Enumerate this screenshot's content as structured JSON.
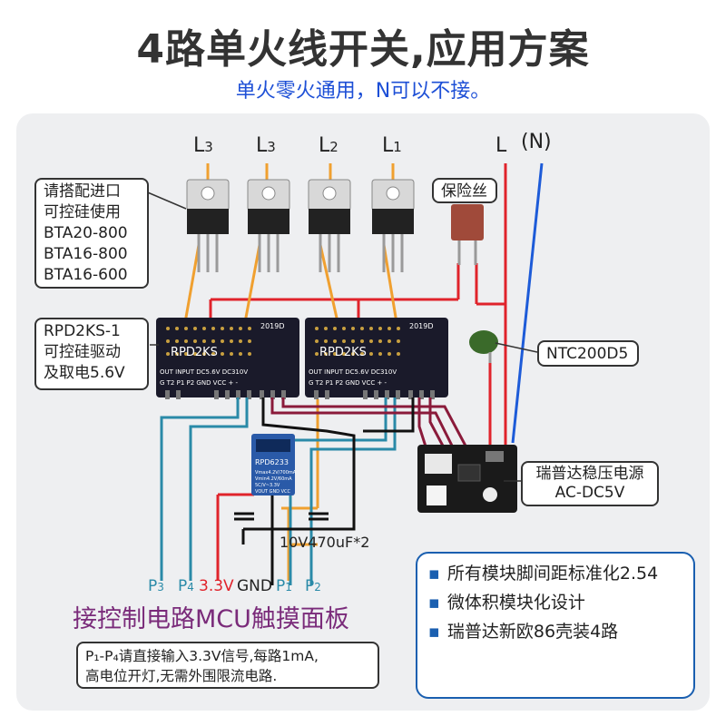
{
  "title": "4路单火线开关,应用方案",
  "subtitle": "单火零火通用，N可以不接。",
  "lines": {
    "l3a": {
      "main": "L",
      "sub": "3"
    },
    "l3b": {
      "main": "L",
      "sub": "3"
    },
    "l2": {
      "main": "L",
      "sub": "2"
    },
    "l1": {
      "main": "L",
      "sub": "1"
    },
    "l": "L",
    "n": "(N)"
  },
  "triac_note": [
    "请搭配进口",
    "可控硅使用",
    "BTA20-800",
    "BTA16-800",
    "BTA16-600"
  ],
  "fuse_label": "保险丝",
  "driver_note": [
    "RPD2KS-1",
    "可控硅驱动",
    "及取电5.6V"
  ],
  "ntc_label": "NTC200D5",
  "psu_label": [
    "瑞普达稳压电源",
    "AC-DC5V"
  ],
  "module_text": {
    "board": "RPD2KS",
    "year": "2019D",
    "pins_top": "OUT INPUT DC5.6V DC310V",
    "pins_bot": "G T2 P1 P2 GND VCC + -"
  },
  "ldo": {
    "name": "RPD6233",
    "l1": "Vmax4.2V/700mA",
    "l2": "Vmin4.2V/60mA",
    "l3": "5C/V~3.3V",
    "pins": "VOUT GND VCC"
  },
  "cap_label": "10V470uF*2",
  "pins": {
    "p3": {
      "main": "P",
      "sub": "3"
    },
    "p4": {
      "main": "P",
      "sub": "4"
    },
    "v33": "3.3V",
    "gnd": "GND",
    "p1": {
      "main": "P",
      "sub": "1"
    },
    "p2": {
      "main": "P",
      "sub": "2"
    }
  },
  "mcu_label": "接控制电路MCU触摸面板",
  "note": [
    "P₁-P₄请直接输入3.3V信号,每路1mA,",
    "高电位开灯,无需外围限流电路."
  ],
  "features": [
    "所有模块脚间距标准化2.54",
    "微体积模块化设计",
    "瑞普达新欧86壳装4路"
  ],
  "colors": {
    "red": "#e0232b",
    "blue": "#1d5bd8",
    "orange": "#f0a030",
    "teal": "#2a8aa8",
    "maroon": "#8a1a3a",
    "board": "#1a1a2a"
  }
}
